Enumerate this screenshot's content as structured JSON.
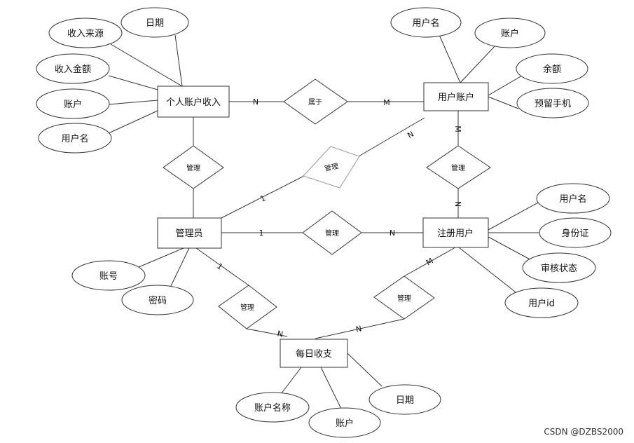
{
  "entities": {
    "personal_income": "个人账户收入",
    "user_account": "用户账户",
    "admin": "管理员",
    "registered_user": "注册用户",
    "daily_balance": "每日收支"
  },
  "relationships": {
    "belongs": "属于",
    "manage_income": "管理",
    "manage_center": "管理",
    "manage_account": "管理",
    "manage_user": "管理",
    "manage_daily_admin": "管理",
    "manage_daily_user": "管理"
  },
  "attributes": {
    "income_date": "日期",
    "income_source": "收入来源",
    "income_amount": "收入金额",
    "income_account": "账户",
    "income_username": "用户名",
    "ua_username": "用户名",
    "ua_account": "账户",
    "ua_balance": "余额",
    "ua_phone": "预留手机",
    "admin_account_no": "账号",
    "admin_password": "密码",
    "ru_username": "用户名",
    "ru_idcard": "身份证",
    "ru_status": "审核状态",
    "ru_userid": "用户id",
    "daily_account_name": "账户名称",
    "daily_account": "账户",
    "daily_date": "日期"
  },
  "cardinalities": {
    "income_belongs": "N",
    "belongs_ua": "M",
    "ua_top": "M",
    "ua_bottom": "N",
    "admin_center": "1",
    "center_ua": "N",
    "admin_user": "1",
    "user_rel": "N",
    "admin_daily": "1",
    "daily_from_admin": "N",
    "daily_from_user": "N",
    "user_daily": "M"
  },
  "watermark": "CSDN @DZBS2000"
}
